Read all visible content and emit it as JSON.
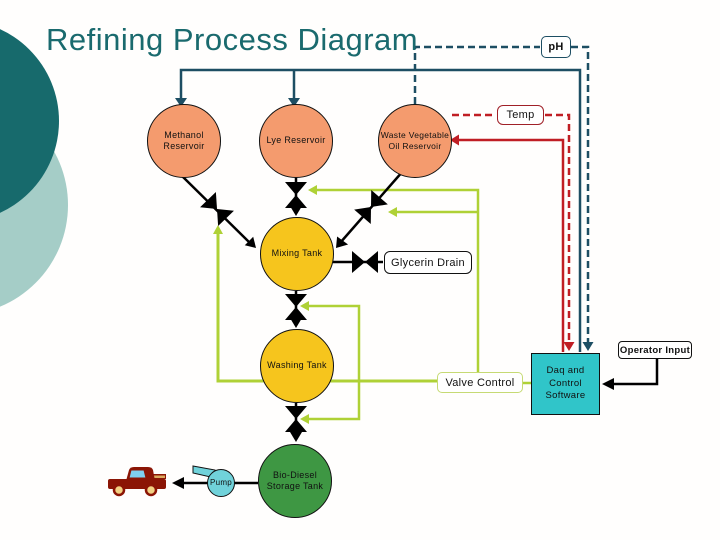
{
  "title": "Refining Process Diagram",
  "nodes": {
    "methanol_reservoir": "Methanol\nReservoir",
    "lye_reservoir": "Lye Reservoir",
    "wvo_reservoir": "Waste Vegetable\nOil Reservoir",
    "mixing_tank": "Mixing Tank",
    "glycerin_drain": "Glycerin Drain",
    "washing_tank": "Washing Tank",
    "biodiesel_tank": "Bio-Diesel\nStorage Tank",
    "pump": "Pump"
  },
  "sensors": {
    "ph": "pH",
    "temp": "Temp"
  },
  "control": {
    "valve_control": "Valve Control",
    "daq": "Daq and\nControl\nSoftware",
    "operator_input": "Operator Input"
  },
  "icons": {
    "valve": "valve-bowtie-icon",
    "truck": "delivery-truck-icon",
    "pump_spout": "pump-spout-icon"
  },
  "colors": {
    "title_teal": "#1a6a6e",
    "reservoir_fill": "#f49b6e",
    "tank_fill": "#f6c51d",
    "biodiesel_fill": "#3e9743",
    "pump_fill": "#70d2da",
    "daq_fill": "#30c5c9",
    "control_line_green": "#afd136",
    "signal_navy": "#1d4e63",
    "signal_red": "#c01e24",
    "truck_red": "#8b1505",
    "decor_dark_teal": "#176a6c",
    "decor_pale_teal": "#a5cdc7"
  }
}
